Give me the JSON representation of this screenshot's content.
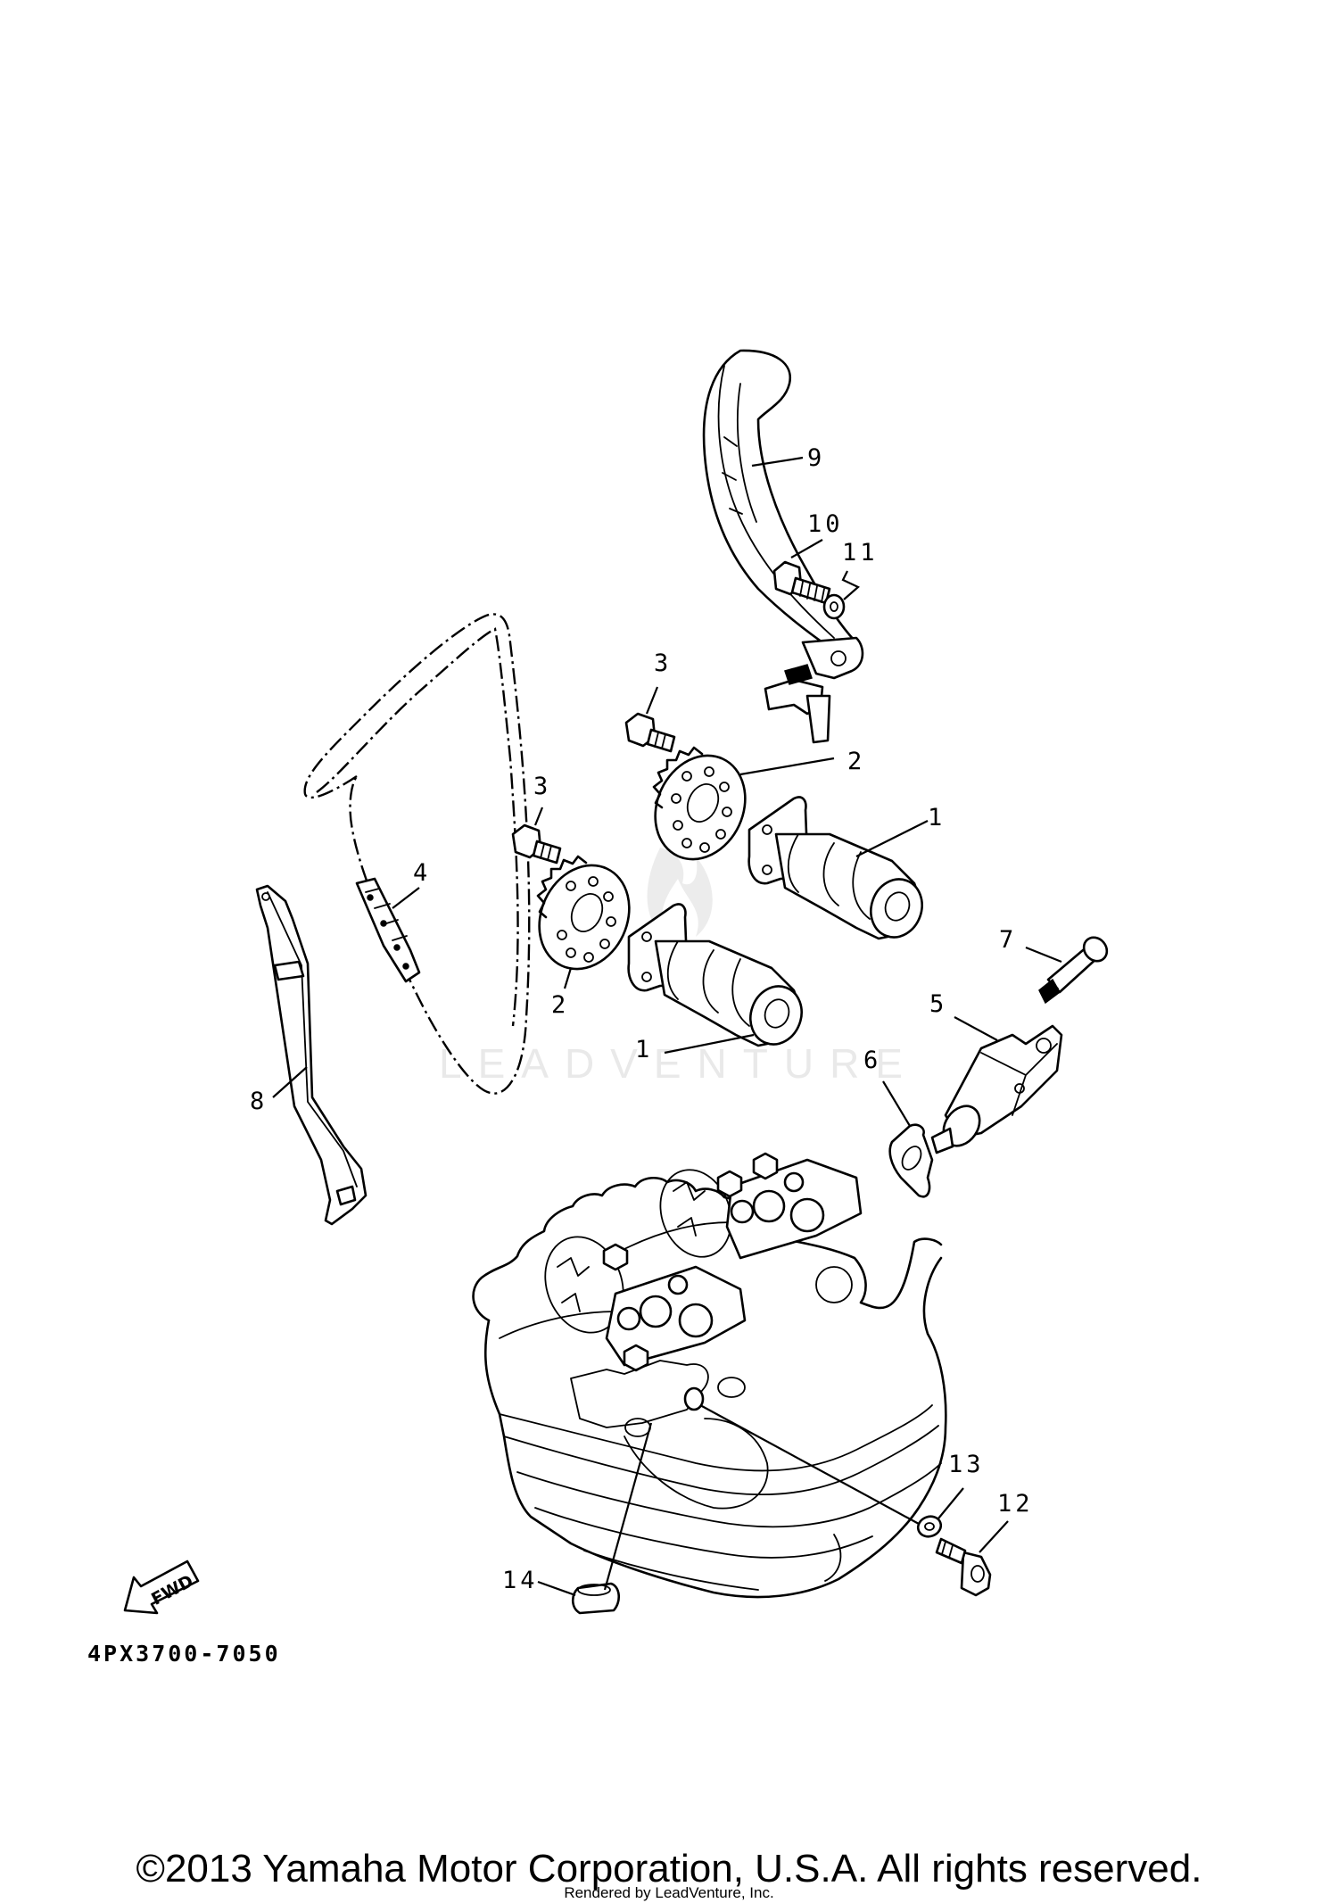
{
  "watermark": "LEADVENTURE",
  "callouts": {
    "c1a": "1",
    "c1b": "1",
    "c2a": "2",
    "c2b": "2",
    "c3a": "3",
    "c3b": "3",
    "c4": "4",
    "c5": "5",
    "c6": "6",
    "c7": "7",
    "c8": "8",
    "c9": "9",
    "c10": "10",
    "c11": "11",
    "c12": "12",
    "c13": "13",
    "c14": "14"
  },
  "fwd_label": "FWD",
  "drawing_code": "4PX3700-7050",
  "footer": {
    "copyright": "©2013 Yamaha Motor Corporation, U.S.A. All rights reserved.",
    "rendered_by": "Rendered by LeadVenture, Inc."
  }
}
